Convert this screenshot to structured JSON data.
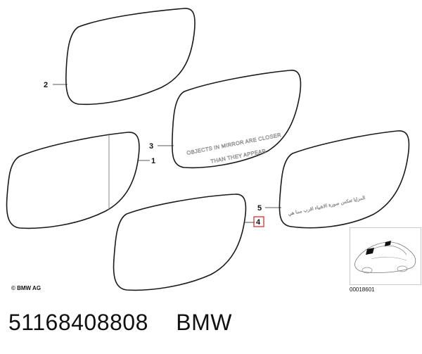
{
  "callouts": [
    "2",
    "3",
    "1",
    "5",
    "4"
  ],
  "highlighted_callout": "4",
  "mirror_text_line1": "OBJECTS IN MIRROR ARE CLOSER",
  "mirror_text_line2": "THAN THEY APPEAR",
  "mirror_text_arabic": "المرايا تعكس صورة الاشياء اقرب مما هي",
  "copyright": "© BMW AG",
  "diagram_id": "00018601",
  "part_number": "51168408808",
  "brand": "BMW",
  "colors": {
    "line": "#1a1a1a",
    "highlight_box": "#d62020",
    "background": "#ffffff"
  }
}
